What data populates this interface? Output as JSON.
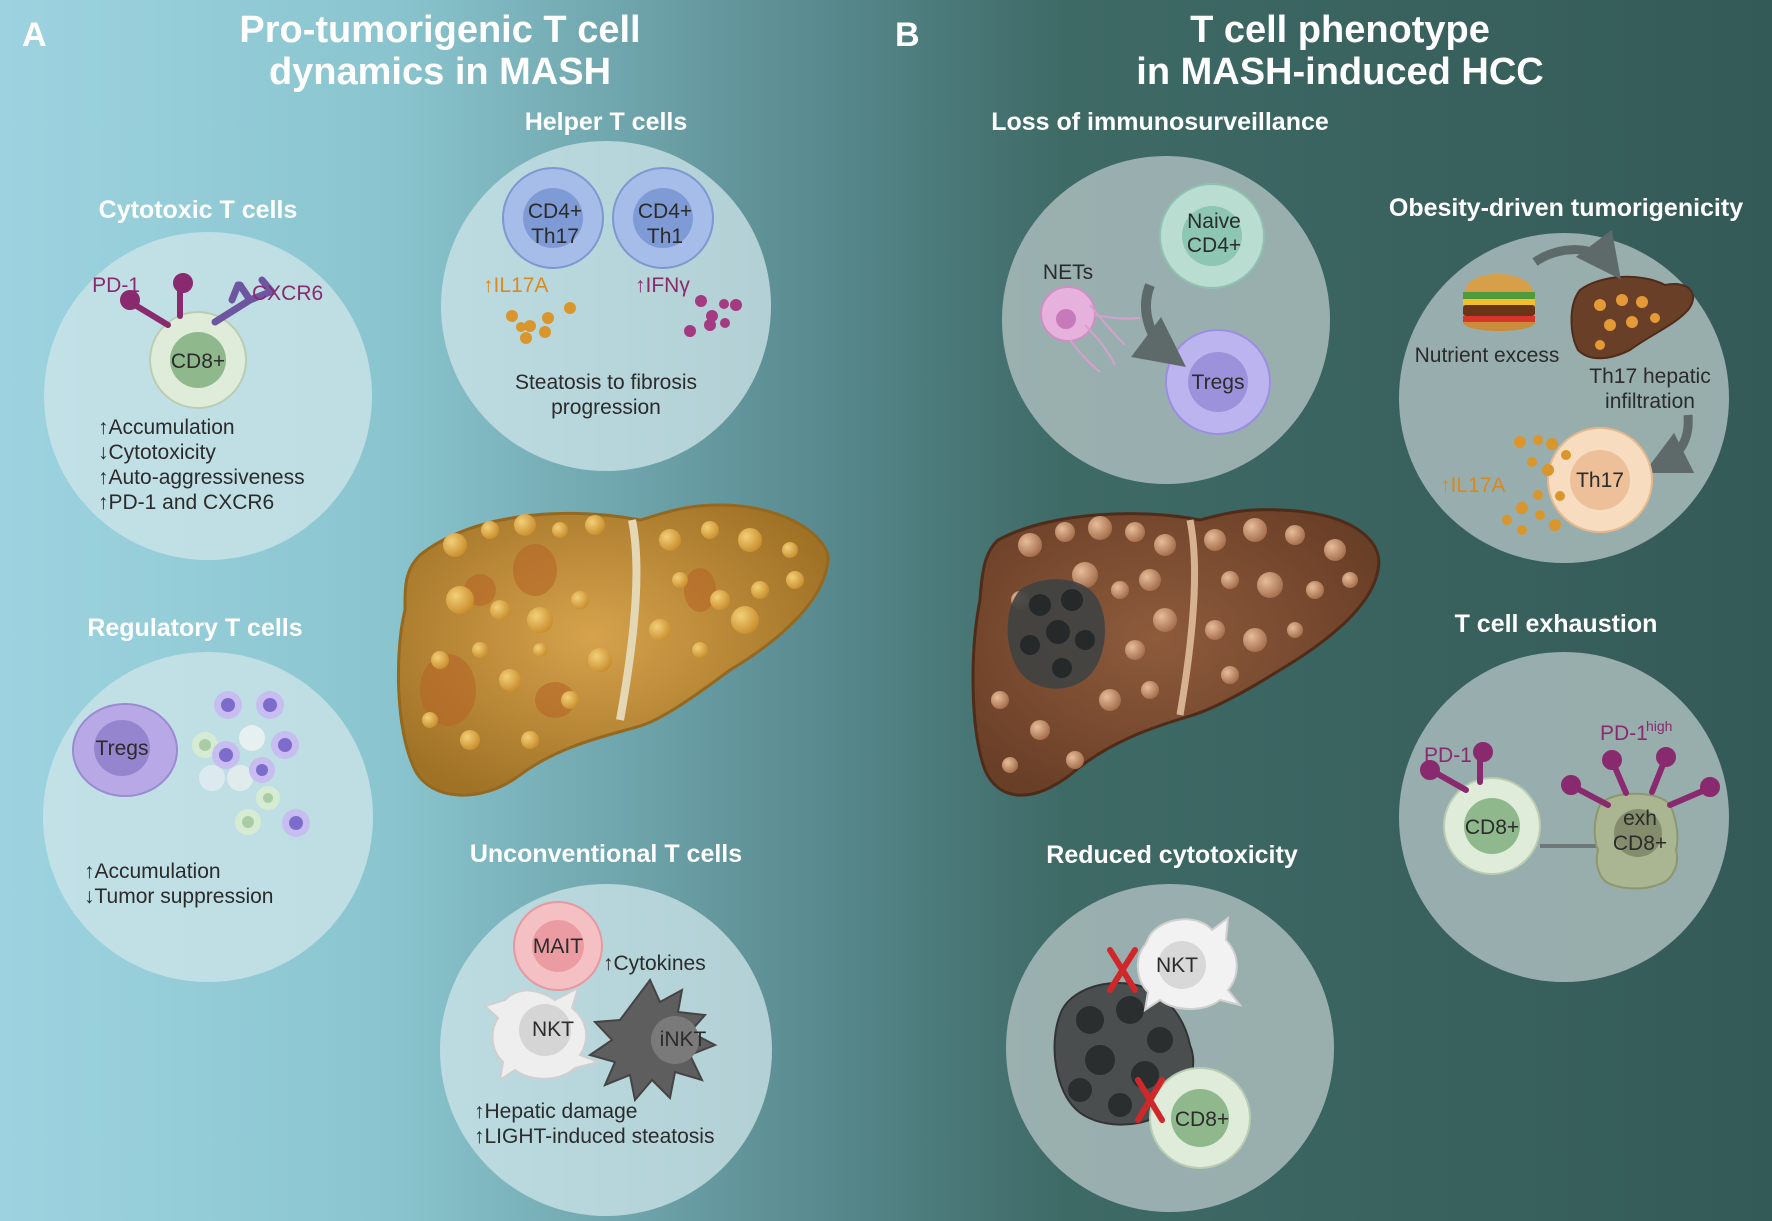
{
  "panel_a": {
    "label": "A",
    "title_line1": "Pro-tumorigenic T cell",
    "title_line2": "dynamics in MASH",
    "cytotoxic": {
      "title": "Cytotoxic T cells",
      "cell": "CD8+",
      "marker1": "PD-1",
      "marker2": "CXCR6",
      "lines": [
        "↑Accumulation",
        "↓Cytotoxicity",
        "↑Auto-aggressiveness",
        "↑PD-1 and CXCR6"
      ]
    },
    "regulatory": {
      "title": "Regulatory T cells",
      "cell": "Tregs",
      "lines": [
        "↑Accumulation",
        "↓Tumor suppression"
      ]
    },
    "helper": {
      "title": "Helper T cells",
      "cell1_line1": "CD4+",
      "cell1_line2": "Th17",
      "cell2_line1": "CD4+",
      "cell2_line2": "Th1",
      "cytokine1": "↑IL17A",
      "cytokine2": "↑IFNγ",
      "lines": [
        "Steatosis to fibrosis",
        "progression"
      ]
    },
    "unconventional": {
      "title": "Unconventional T cells",
      "cell1": "MAIT",
      "cell2": "NKT",
      "cell3": "iNKT",
      "cytokines": "↑Cytokines",
      "lines": [
        "↑Hepatic damage",
        "↑LIGHT-induced steatosis"
      ]
    }
  },
  "panel_b": {
    "label": "B",
    "title_line1": "T cell phenotype",
    "title_line2": "in MASH-induced HCC",
    "immunosurveillance": {
      "title": "Loss of immunosurveillance",
      "cell1_line1": "Naive",
      "cell1_line2": "CD4+",
      "cell2": "Tregs",
      "nets": "NETs"
    },
    "obesity": {
      "title": "Obesity-driven tumorigenicity",
      "nutrient": "Nutrient excess",
      "infiltration_line1": "Th17 hepatic",
      "infiltration_line2": "infiltration",
      "cell": "Th17",
      "cytokine": "↑IL17A"
    },
    "exhaustion": {
      "title": "T cell exhaustion",
      "cell1": "CD8+",
      "cell2_line1": "exh",
      "cell2_line2": "CD8+",
      "marker1": "PD-1",
      "marker2": "PD-1",
      "marker2_sup": "high"
    },
    "reduced": {
      "title": "Reduced cytotoxicity",
      "cell1": "NKT",
      "cell2": "CD8+"
    }
  },
  "colors": {
    "background_left": "#9dd3e0",
    "background_right": "#345a57",
    "cytokine_orange": "#d88a1f",
    "marker_purple": "#8a2a6e",
    "block_red": "#d0282a"
  }
}
